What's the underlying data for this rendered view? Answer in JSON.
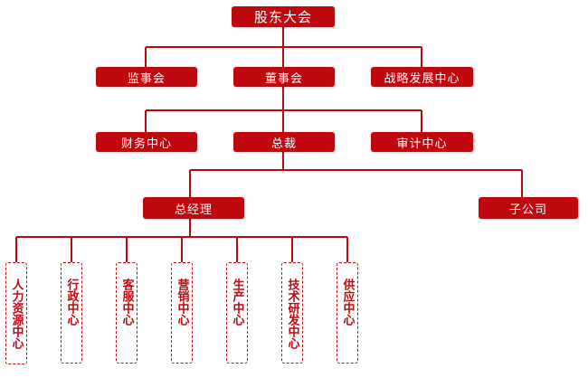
{
  "root": "股东大会",
  "board_level": [
    "监事会",
    "董事会",
    "战略发展中心"
  ],
  "president_level": [
    "财务中心",
    "总裁",
    "审计中心"
  ],
  "manager_level": [
    "总经理",
    "子公司"
  ],
  "departments": [
    "人力资源中心",
    "行政中心",
    "客服中心",
    "营销中心",
    "生产中心",
    "技术研发中心",
    "供应中心"
  ],
  "colors": {
    "accent": "#c0080f",
    "line": "#c0080f",
    "text_on_accent": "#ffffff"
  }
}
